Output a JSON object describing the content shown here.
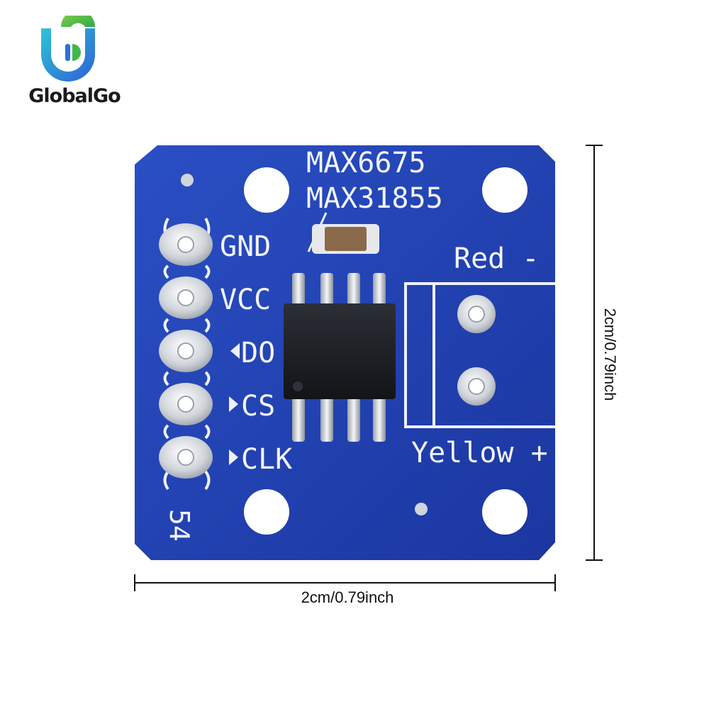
{
  "brand": {
    "name": "GlobalGo"
  },
  "chip_labels": {
    "line1": "MAX6675",
    "line2": "MAX31855"
  },
  "pins": [
    "GND",
    "VCC",
    "DO",
    "CS",
    "CLK"
  ],
  "terminals": {
    "top": "Red -",
    "bottom": "Yellow +"
  },
  "board_number": "54",
  "dimensions": {
    "width": "2cm/0.79inch",
    "height": "2cm/0.79inch"
  },
  "colors": {
    "pcb": "#1f3fae",
    "pcb_light": "#3a5ed1",
    "silkscreen": "#f2f4fb",
    "logo_blue": "#2e6fd8",
    "logo_green": "#3fb84a"
  },
  "icons": [
    "globalgo-logo-icon"
  ]
}
